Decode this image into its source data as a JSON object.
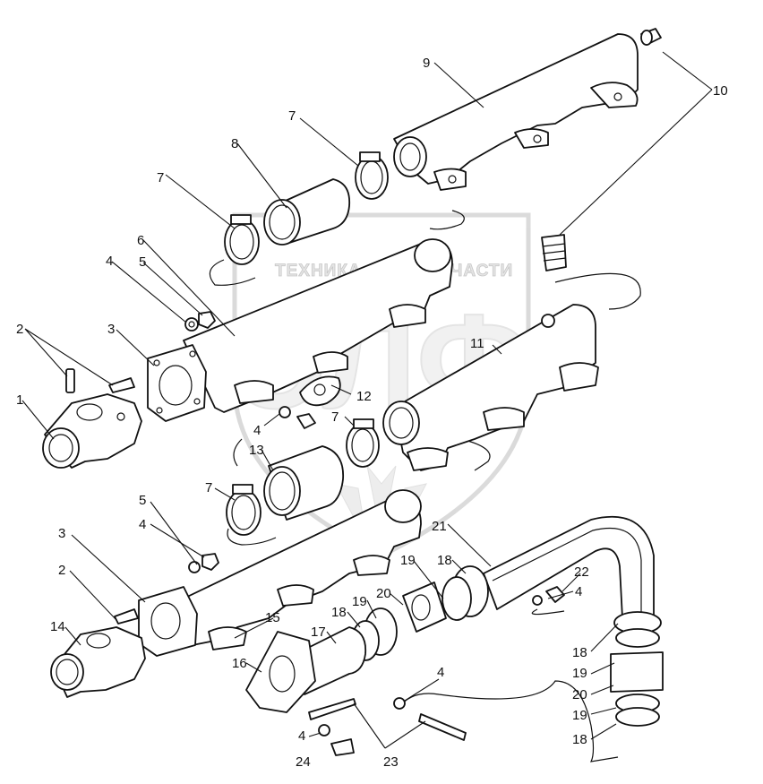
{
  "watermark": {
    "text_left": "ТЕХНИКА",
    "text_right": "ЗАПЧАСТИ",
    "logo": "ЭЛФ",
    "gear_icon": "gear-icon"
  },
  "callouts": [
    "1",
    "2",
    "3",
    "4",
    "5",
    "6",
    "7",
    "8",
    "9",
    "10",
    "11",
    "12",
    "13",
    "14",
    "15",
    "16",
    "17",
    "18",
    "19",
    "20",
    "21",
    "22",
    "23",
    "24"
  ],
  "colors": {
    "line": "#111111",
    "watermark": "#cfcfcf",
    "background": "#ffffff"
  }
}
